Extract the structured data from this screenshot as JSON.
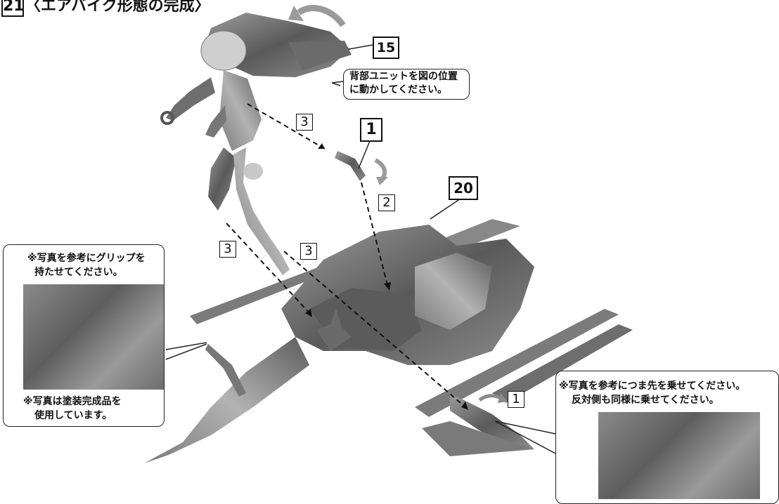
{
  "step": {
    "number": "21",
    "title": "〈エアバイク形態の完成〉"
  },
  "parts": {
    "p15": "15",
    "p1_top": "1",
    "p20": "20"
  },
  "sub_steps": {
    "s3_a": "3",
    "s2": "2",
    "s3_b": "3",
    "s3_c": "3",
    "s1": "1"
  },
  "notes": {
    "back_unit": [
      "背部ユニットを図の位置",
      "に動かしてください。"
    ],
    "grip": [
      "※写真を参考にグリップを",
      "持たせてください。"
    ],
    "painted": [
      "※写真は塗装完成品を",
      "使用しています。"
    ],
    "toes": [
      "※写真を参考につま先を乗せてください。",
      "反対側も同様に乗せてください。"
    ]
  }
}
